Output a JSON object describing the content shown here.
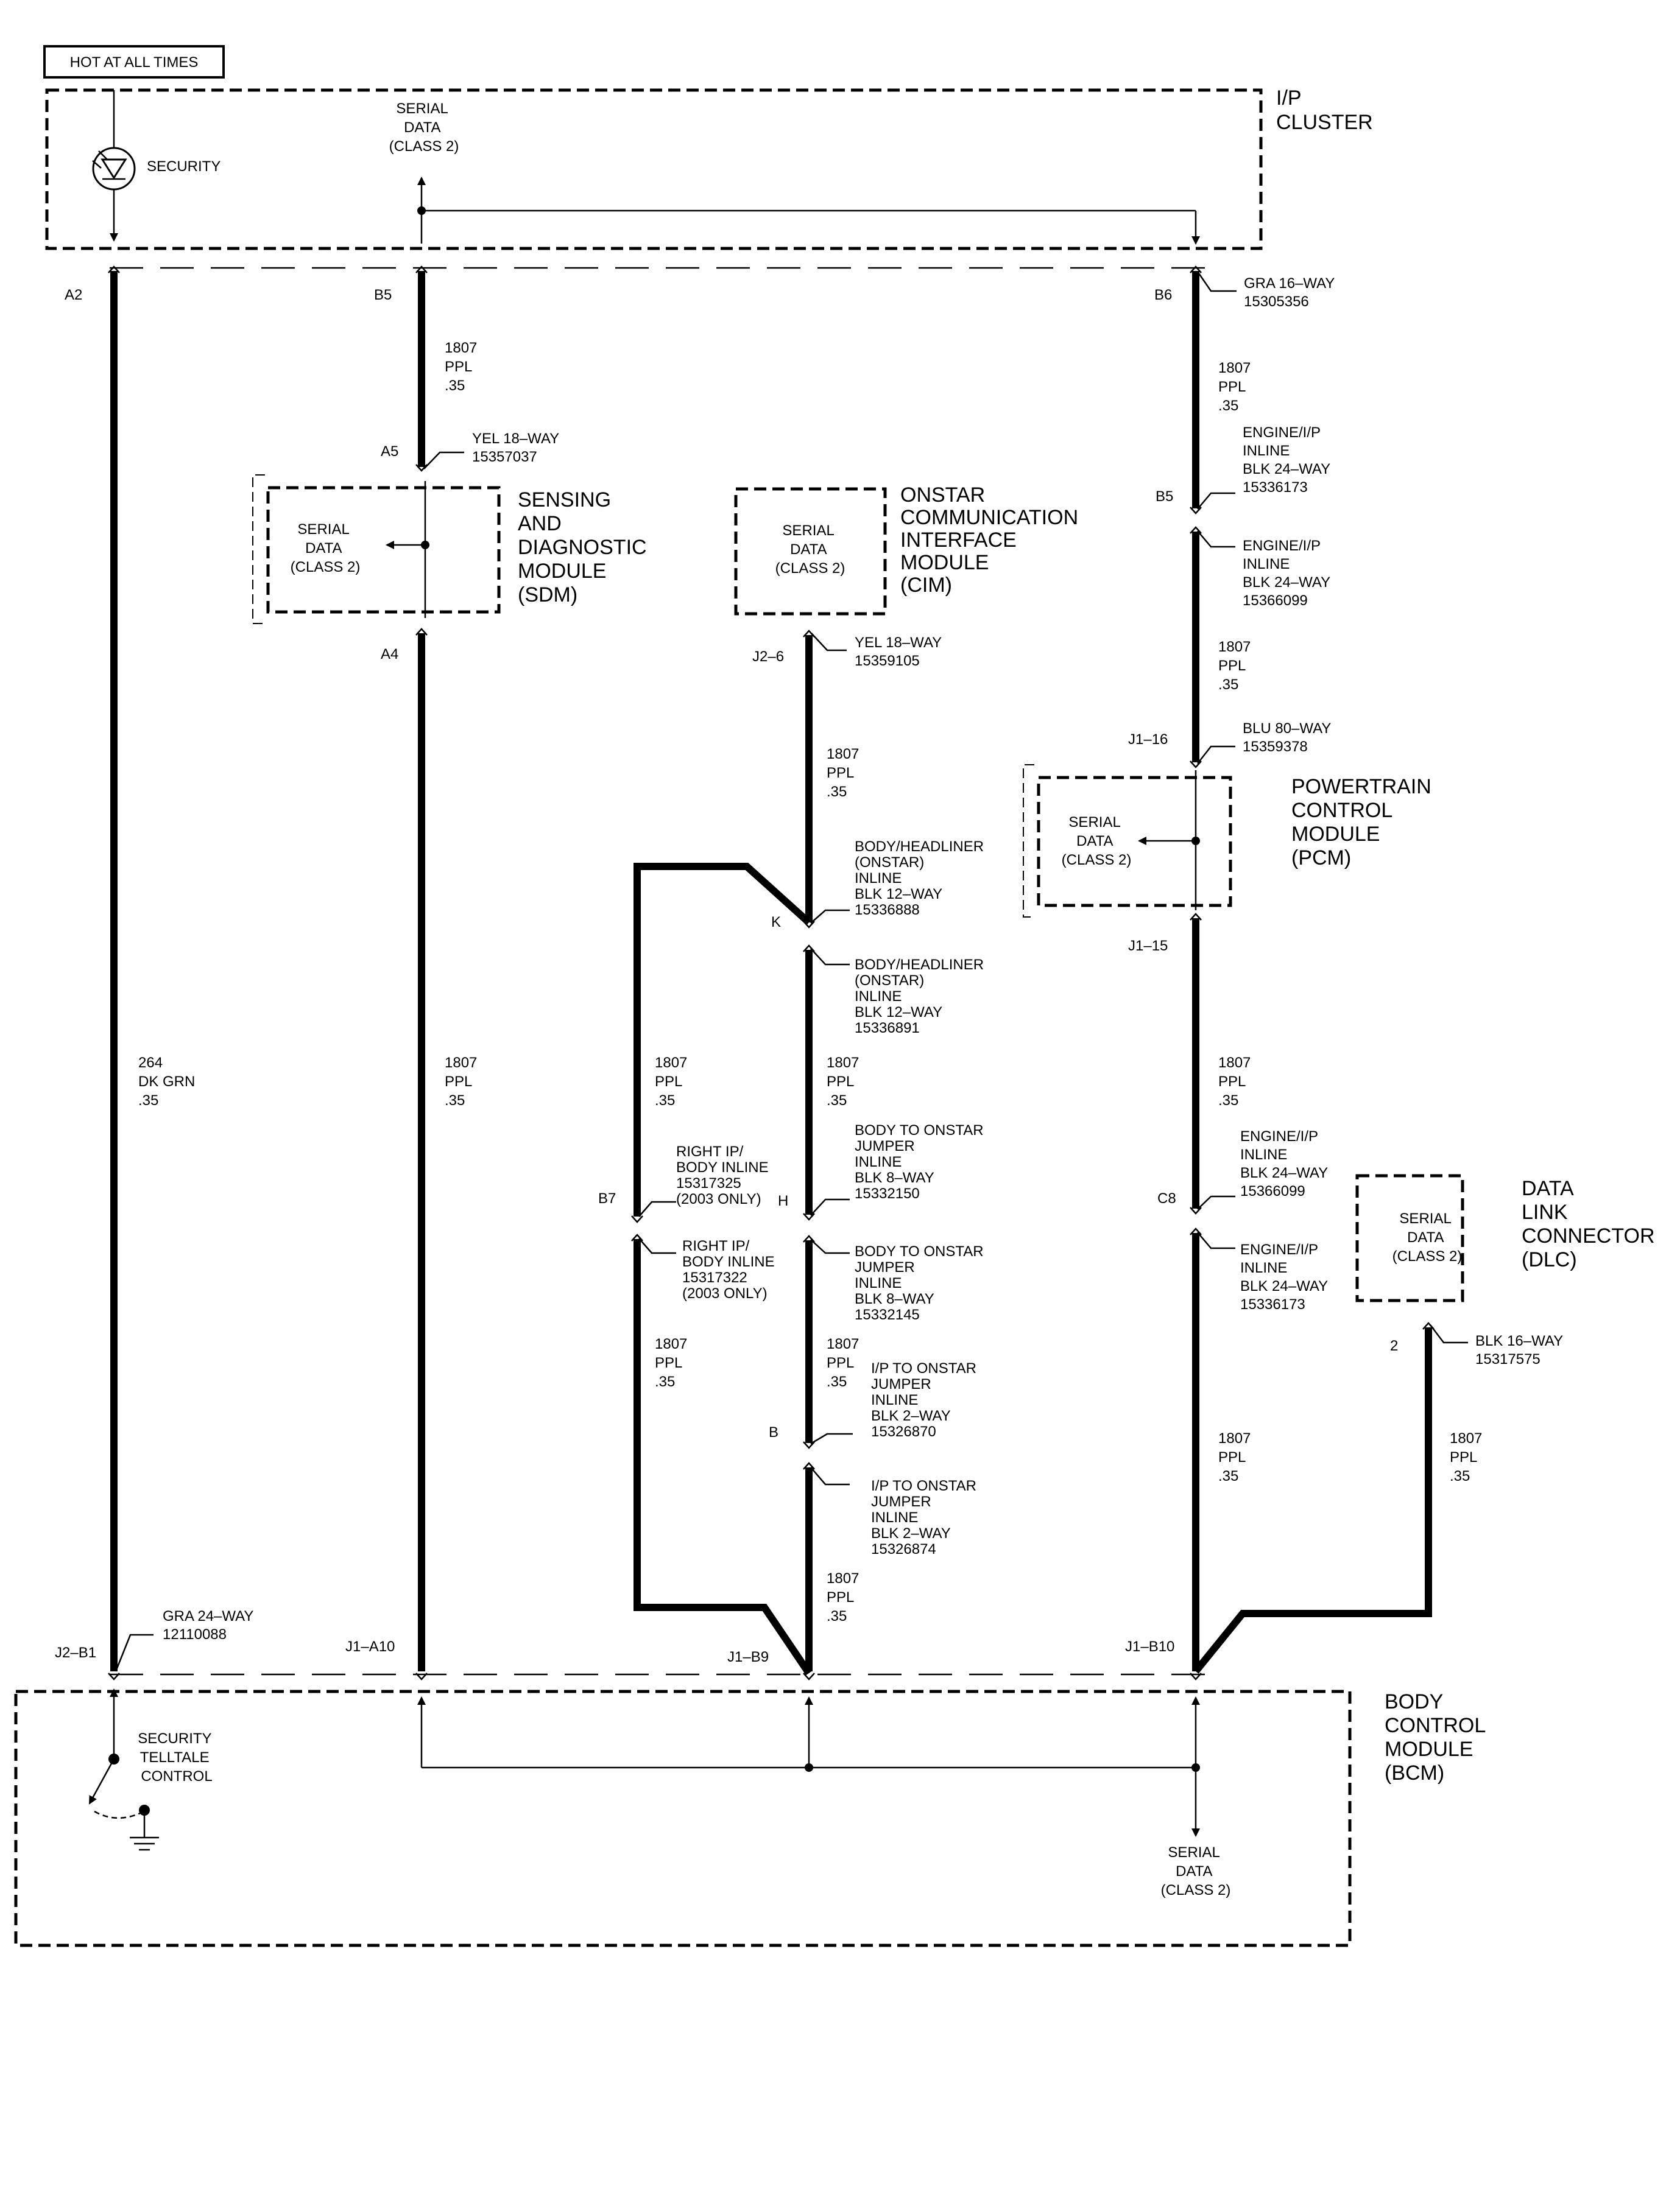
{
  "hot_label": "HOT AT ALL TIMES",
  "serial_data": [
    "SERIAL",
    "DATA",
    "(CLASS 2)"
  ],
  "wire_1807": [
    "1807",
    "PPL",
    ".35"
  ],
  "wire_264": [
    "264",
    "DK GRN",
    ".35"
  ],
  "ip_cluster": {
    "title": [
      "I/P",
      "CLUSTER"
    ],
    "security_label": "SECURITY"
  },
  "sdm": {
    "title": [
      "SENSING",
      "AND",
      "DIAGNOSTIC",
      "MODULE",
      "(SDM)"
    ]
  },
  "cim": {
    "title": [
      "ONSTAR",
      "COMMUNICATION",
      "INTERFACE",
      "MODULE",
      "(CIM)"
    ]
  },
  "pcm": {
    "title": [
      "POWERTRAIN",
      "CONTROL",
      "MODULE",
      "(PCM)"
    ]
  },
  "dlc": {
    "title": [
      "DATA",
      "LINK",
      "CONNECTOR",
      "(DLC)"
    ]
  },
  "bcm": {
    "title": [
      "BODY",
      "CONTROL",
      "MODULE",
      "(BCM)"
    ],
    "telltale_label": [
      "SECURITY",
      "TELLTALE",
      "CONTROL"
    ]
  },
  "pins": {
    "a2": "A2",
    "b5_cluster": "B5",
    "b6": "B6",
    "a5": "A5",
    "a4": "A4",
    "b5_inline": "B5",
    "j2_6": "J2–6",
    "j1_16": "J1–16",
    "j1_15": "J1–15",
    "k": "K",
    "h": "H",
    "b": "B",
    "b7": "B7",
    "c8": "C8",
    "pin2": "2",
    "j2_b1": "J2–B1",
    "j1_a10": "J1–A10",
    "j1_b9": "J1–B9",
    "j1_b10": "J1–B10"
  },
  "connectors": {
    "cluster": [
      "GRA 16–WAY",
      "15305356"
    ],
    "sdm": [
      "YEL 18–WAY",
      "15357037"
    ],
    "cim": [
      "YEL 18–WAY",
      "15359105"
    ],
    "eng_ip_1": [
      "ENGINE/I/P",
      "INLINE",
      "BLK 24–WAY",
      "15336173"
    ],
    "eng_ip_2": [
      "ENGINE/I/P",
      "INLINE",
      "BLK 24–WAY",
      "15366099"
    ],
    "pcm": [
      "BLU 80–WAY",
      "15359378"
    ],
    "headliner_1": [
      "BODY/HEADLINER",
      "(ONSTAR)",
      "INLINE",
      "BLK 12–WAY",
      "15336888"
    ],
    "headliner_2": [
      "BODY/HEADLINER",
      "(ONSTAR)",
      "INLINE",
      "BLK 12–WAY",
      "15336891"
    ],
    "onstar_jumper_1": [
      "BODY TO ONSTAR",
      "JUMPER",
      "INLINE",
      "BLK 8–WAY",
      "15332150"
    ],
    "onstar_jumper_2": [
      "BODY TO ONSTAR",
      "JUMPER",
      "INLINE",
      "BLK 8–WAY",
      "15332145"
    ],
    "right_ip_1": [
      "RIGHT IP/",
      "BODY INLINE",
      "15317325",
      "(2003 ONLY)"
    ],
    "right_ip_2": [
      "RIGHT IP/",
      "BODY INLINE",
      "15317322",
      "(2003 ONLY)"
    ],
    "ip_onstar_1": [
      "I/P TO ONSTAR",
      "JUMPER",
      "INLINE",
      "BLK 2–WAY",
      "15326870"
    ],
    "ip_onstar_2": [
      "I/P TO ONSTAR",
      "JUMPER",
      "INLINE",
      "BLK 2–WAY",
      "15326874"
    ],
    "eng_ip_3": [
      "ENGINE/I/P",
      "INLINE",
      "BLK 24–WAY",
      "15366099"
    ],
    "eng_ip_4": [
      "ENGINE/I/P",
      "INLINE",
      "BLK 24–WAY",
      "15336173"
    ],
    "dlc": [
      "BLK 16–WAY",
      "15317575"
    ],
    "bcm": [
      "GRA 24–WAY",
      "12110088"
    ]
  }
}
